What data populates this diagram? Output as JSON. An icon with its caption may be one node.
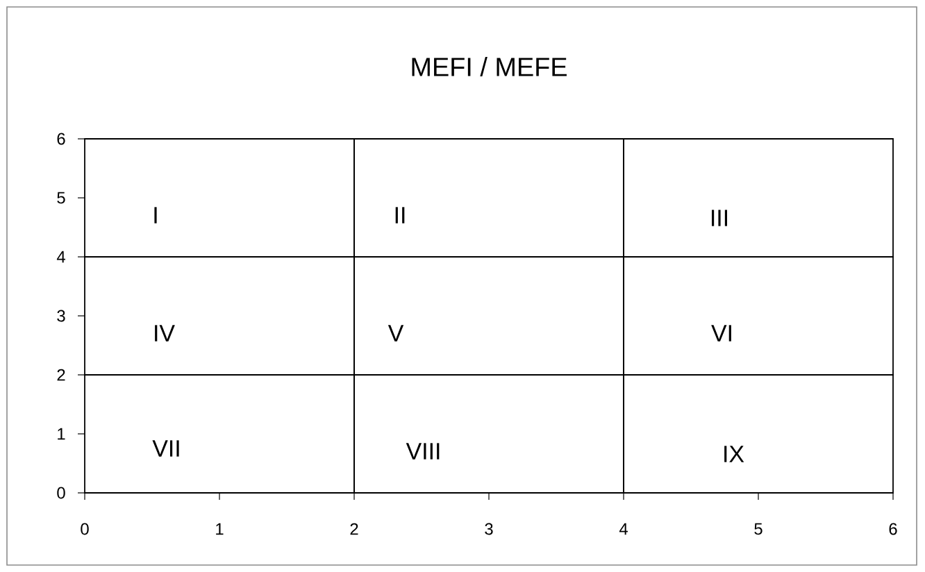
{
  "diagram": {
    "title": "MEFI / MEFE",
    "nodes": [
      {
        "text": [
          "I"
        ]
      },
      {
        "text": [
          "II"
        ]
      },
      {
        "text": [
          "III"
        ]
      },
      {
        "text": [
          "IV"
        ]
      },
      {
        "text": [
          "V"
        ]
      },
      {
        "text": [
          "VI"
        ]
      },
      {
        "text": [
          "VII"
        ]
      },
      {
        "text": [
          "VIII"
        ]
      },
      {
        "text": [
          "IX"
        ]
      }
    ],
    "labels": [
      "6",
      "5",
      "4",
      "3",
      "2",
      "1",
      "0",
      "0",
      "1",
      "2",
      "3",
      "4",
      "5",
      "6"
    ]
  }
}
